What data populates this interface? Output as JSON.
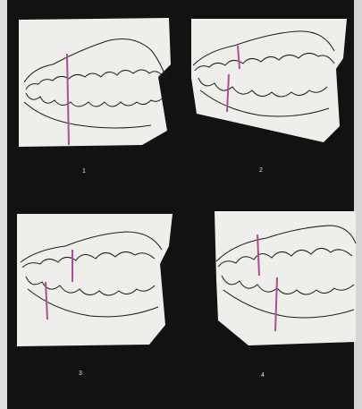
{
  "figures": [
    {
      "id": "fig1",
      "caption": "1",
      "line_color": "#b44a9a"
    },
    {
      "id": "fig2",
      "caption": "2",
      "line_color": "#b44a9a"
    },
    {
      "id": "fig3",
      "caption": "3",
      "line_color": "#b44a9a"
    },
    {
      "id": "fig4",
      "caption": "4",
      "line_color": "#b44a9a"
    }
  ],
  "colors": {
    "plate": "#121212",
    "model": "#eeeeea",
    "outline": "#1b1b1b",
    "guide_line": "#b44a9a"
  }
}
